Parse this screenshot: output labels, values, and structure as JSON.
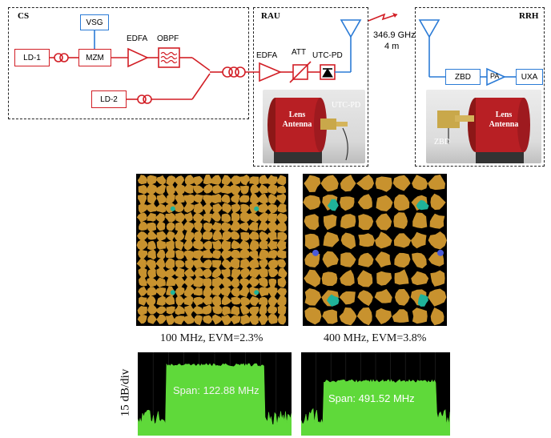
{
  "sections": {
    "cs": "CS",
    "rau": "RAU",
    "rrh": "RRH"
  },
  "blocks": {
    "ld1": "LD-1",
    "ld2": "LD-2",
    "vsg": "VSG",
    "mzm": "MZM",
    "edfa_cs": "EDFA",
    "obpf": "OBPF",
    "edfa_rau": "EDFA",
    "att": "ATT",
    "utcpd": "UTC-PD",
    "zbd": "ZBD",
    "pa": "PA",
    "uxa": "UXA"
  },
  "link": {
    "frequency": "346.9 GHz",
    "distance": "4 m"
  },
  "photos": {
    "rau_lens": "Lens\nAntenna",
    "rau_utcpd": "UTC-PD",
    "rrh_lens": "Lens\nAntenna",
    "rrh_zbd": "ZBD"
  },
  "constellations": [
    {
      "caption": "100 MHz, EVM=2.3%"
    },
    {
      "caption": "400 MHz, EVM=3.8%"
    }
  ],
  "spectra": {
    "ylabel": "15 dB/div",
    "left_span": "Span: 122.88 MHz",
    "right_span": "Span: 491.52 MHz"
  },
  "colors": {
    "red": "#d21f26",
    "blue": "#2b7bd6",
    "constellation_gold": "#c8922e",
    "constellation_teal": "#1fb39a",
    "spectrum_green": "#5fd93a"
  }
}
